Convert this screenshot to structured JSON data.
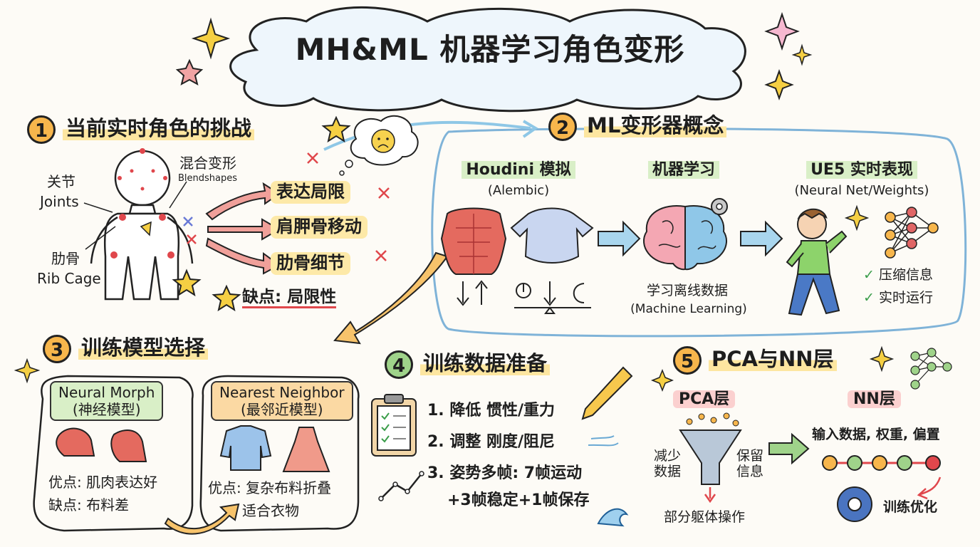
{
  "title": "MH&ML 机器学习角色变形",
  "s1": {
    "num": "1",
    "heading": "当前实时角色的挑战",
    "label_joints_zh": "关节",
    "label_joints_en": "Joints",
    "label_blend_zh": "混合变形",
    "label_blend_en": "Blendshapes",
    "label_rib_zh": "肋骨",
    "label_rib_en": "Rib Cage",
    "issues": [
      "表达局限",
      "肩胛骨移动",
      "肋骨细节"
    ],
    "conclusion": "缺点: 局限性"
  },
  "s2": {
    "num": "2",
    "heading": "ML变形器概念",
    "houdini_title": "Houdini 模拟",
    "houdini_sub": "(Alembic)",
    "ml_title": "机器学习",
    "ml_caption": "学习离线数据",
    "ml_caption_en": "(Machine Learning)",
    "ue5_title": "UE5 实时表现",
    "ue5_sub": "(Neural Net/Weights)",
    "checks": [
      "压缩信息",
      "实时运行"
    ]
  },
  "s3": {
    "num": "3",
    "heading": "训练模型选择",
    "left_title": "Neural Morph",
    "left_sub": "(神经模型)",
    "left_pros": "优点: 肌肉表达好",
    "left_cons": "缺点: 布料差",
    "right_title": "Nearest Neighbor",
    "right_sub": "(最邻近模型)",
    "right_pros": "优点: 复杂布料折叠",
    "right_fit": "适合衣物"
  },
  "s4": {
    "num": "4",
    "heading": "训练数据准备",
    "items": [
      "1. 降低 惯性/重力",
      "2. 调整 刚度/阻尼",
      "3. 姿势多帧: 7帧运动",
      "+3帧稳定+1帧保存"
    ]
  },
  "s5": {
    "num": "5",
    "heading": "PCA与NN层",
    "pca_label": "PCA层",
    "nn_label": "NN层",
    "reduce": "减少\n数据",
    "keep": "保留\n信息",
    "partial": "部分躯体操作",
    "nn_input": "输入数据, 权重, 偏置",
    "train_opt": "训练优化"
  },
  "colors": {
    "accent_orange": "#f7b64c",
    "accent_green": "#9fd38a",
    "highlight_yellow": "#fde6a0",
    "arrow_red": "#e9847a",
    "arrow_blue": "#8ec7e6",
    "box_blue": "#7fb3d8"
  }
}
